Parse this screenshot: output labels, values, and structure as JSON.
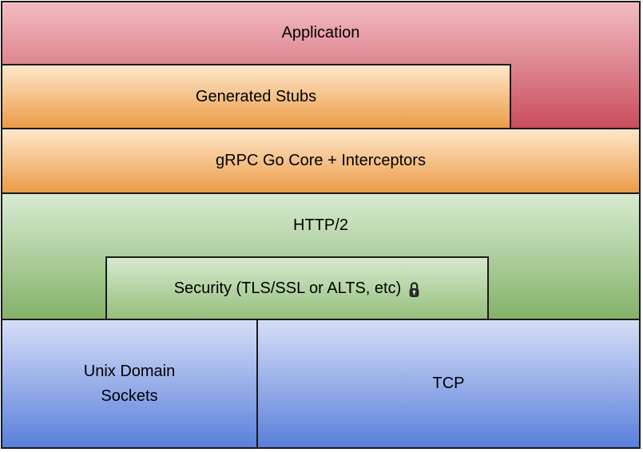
{
  "layers": {
    "application": {
      "label": "Application"
    },
    "generated_stubs": {
      "label": "Generated Stubs"
    },
    "grpc_core": {
      "label": "gRPC Go Core + Interceptors"
    },
    "http2": {
      "label": "HTTP/2"
    },
    "security": {
      "label": "Security (TLS/SSL or ALTS, etc)"
    },
    "unix_domain_sockets": {
      "label": "Unix Domain Sockets"
    },
    "tcp": {
      "label": "TCP"
    }
  },
  "icons": {
    "security_lock": "lock-icon"
  },
  "colors": {
    "red_top": "#f3bcc2",
    "red_bottom": "#c84e5d",
    "orange_top": "#fde7ca",
    "orange_bottom": "#ec9c48",
    "green_top": "#d8ebd1",
    "green_bottom": "#84b269",
    "green_inner_top": "#d5e9cd",
    "green_inner_bottom": "#96bf7d",
    "blue_top": "#d6def6",
    "blue_bottom": "#5a80dc",
    "border": "#1a1a1a"
  }
}
